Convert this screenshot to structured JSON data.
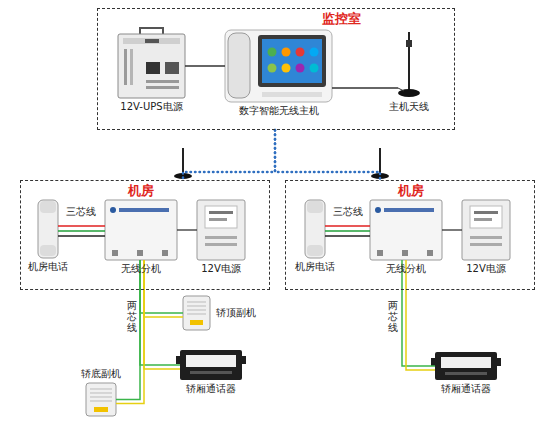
{
  "diagram": {
    "nodes": [
      {
        "text": [
          "监控室"
        ]
      },
      {
        "text": [
          "12V-UPS电源"
        ],
        "in": 0
      },
      {
        "text": [
          "数字智能无线主机"
        ],
        "in": 0
      },
      {
        "text": [
          "主机天线"
        ],
        "in": 0
      },
      {
        "text": [
          "机房"
        ]
      },
      {
        "text": [
          "机房电话"
        ],
        "in": 4
      },
      {
        "text": [
          "无线分机"
        ],
        "in": 4
      },
      {
        "text": [
          "12V电源"
        ],
        "in": 4
      },
      {
        "text": [
          "机房"
        ]
      },
      {
        "text": [
          "机房电话"
        ],
        "in": 8
      },
      {
        "text": [
          "无线分机"
        ],
        "in": 8
      },
      {
        "text": [
          "12V电源"
        ],
        "in": 8
      },
      {
        "text": [
          "轿顶副机"
        ]
      },
      {
        "text": [
          "轿底副机"
        ]
      },
      {
        "text": [
          "轿厢通话器"
        ]
      },
      {
        "text": [
          "轿厢通话器"
        ]
      }
    ],
    "edges": [
      {
        "from": 1,
        "to": 2,
        "arrow": "none"
      },
      {
        "from": 2,
        "to": 3,
        "arrow": "none"
      },
      {
        "from": 0,
        "to": 4,
        "arrow": "none"
      },
      {
        "from": 0,
        "to": 8,
        "arrow": "none"
      },
      {
        "from": 5,
        "to": 6,
        "arrow": "none"
      },
      {
        "from": 6,
        "to": 7,
        "arrow": "none"
      },
      {
        "from": 9,
        "to": 10,
        "arrow": "none"
      },
      {
        "from": 10,
        "to": 11,
        "arrow": "none"
      },
      {
        "from": 6,
        "to": 12,
        "arrow": "none"
      },
      {
        "from": 6,
        "to": 13,
        "arrow": "none"
      },
      {
        "from": 6,
        "to": 14,
        "arrow": "none"
      },
      {
        "from": 10,
        "to": 15,
        "arrow": "none"
      }
    ],
    "labels": [
      "三芯线",
      "两芯线",
      "三芯线",
      "两芯线"
    ]
  }
}
